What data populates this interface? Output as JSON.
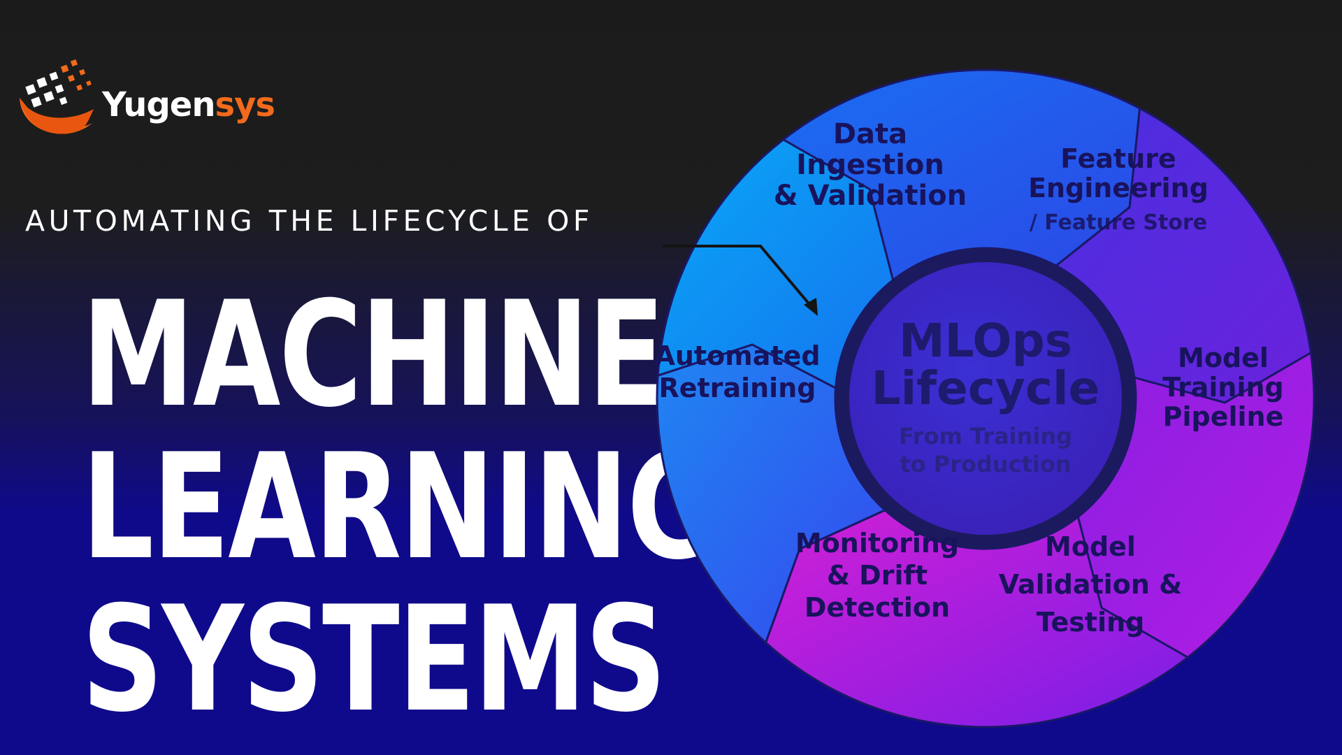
{
  "brand": {
    "name_part1": "Yugen",
    "name_part2": "sys"
  },
  "colors": {
    "brand_orange": "#f26a1b",
    "label_navy": "#18135c"
  },
  "headline": {
    "subtitle": "AUTOMATING THE LIFECYCLE OF",
    "line1": "MACHINE",
    "line2": "LEARNING",
    "line3": "SYSTEMS"
  },
  "cycle": {
    "center_title_line1": "MLOps",
    "center_title_line2": "Lifecycle",
    "center_sub_line1": "From Training",
    "center_sub_line2": "to Production",
    "stages": [
      {
        "lines": [
          "Data",
          "Ingestion",
          "& Validation"
        ]
      },
      {
        "lines": [
          "Feature",
          "Engineering"
        ],
        "sub": "/ Feature Store"
      },
      {
        "lines": [
          "Model",
          "Training",
          "Pipeline"
        ]
      },
      {
        "lines": [
          "Model",
          "Validation &",
          "Testing"
        ]
      },
      {
        "lines": [
          "Monitoring",
          "& Drift",
          "Detection"
        ]
      },
      {
        "lines": [
          "Automated",
          "Retraining"
        ]
      }
    ]
  }
}
